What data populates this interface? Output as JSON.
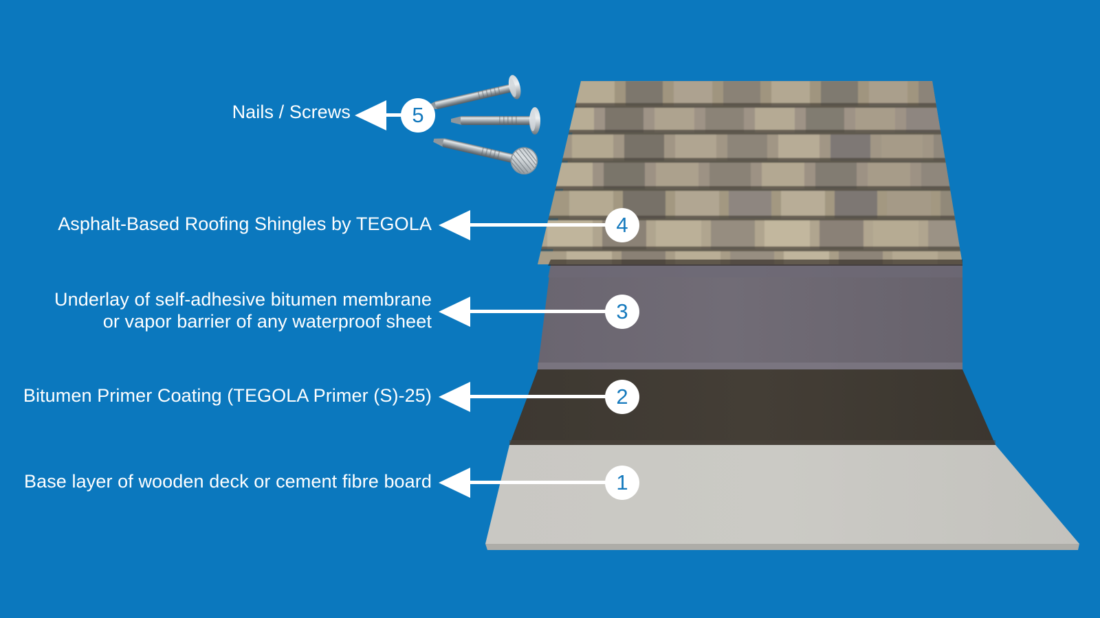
{
  "background_color": "#0b78be",
  "diagram": {
    "title_visible": false,
    "type": "roofing-system-layer-diagram",
    "accent_color": "#1479bd",
    "badge_fill": "#ffffff",
    "label_color": "#ffffff"
  },
  "callouts": [
    {
      "number": "5",
      "label": "Nails / Screws",
      "target": "nails-and-screws"
    },
    {
      "number": "4",
      "label": "Asphalt-Based Roofing Shingles by TEGOLA",
      "target": "shingle-layer"
    },
    {
      "number": "3",
      "label": "Underlay of self-adhesive bitumen membrane\nor vapor barrier of any waterproof sheet",
      "target": "underlay-layer"
    },
    {
      "number": "2",
      "label": "Bitumen Primer Coating (TEGOLA Primer (S)-25)",
      "target": "primer-layer"
    },
    {
      "number": "1",
      "label": "Base layer of wooden deck or cement fibre board",
      "target": "base-layer"
    }
  ],
  "layers": [
    {
      "id": "shingle-layer",
      "name": "Asphalt shingles",
      "color": "#9a8d7c"
    },
    {
      "id": "underlay-layer",
      "name": "Bitumen membrane underlay",
      "color": "#6d6870"
    },
    {
      "id": "primer-layer",
      "name": "Bitumen primer coating",
      "color": "#413c35"
    },
    {
      "id": "base-layer",
      "name": "Wooden deck / cement fibre board",
      "color": "#c5c4bf"
    }
  ],
  "nails": [
    {
      "id": "nail-top",
      "head": "flat-round"
    },
    {
      "id": "nail-middle",
      "head": "flat-round"
    },
    {
      "id": "nail-bottom",
      "head": "knurled-round"
    }
  ]
}
